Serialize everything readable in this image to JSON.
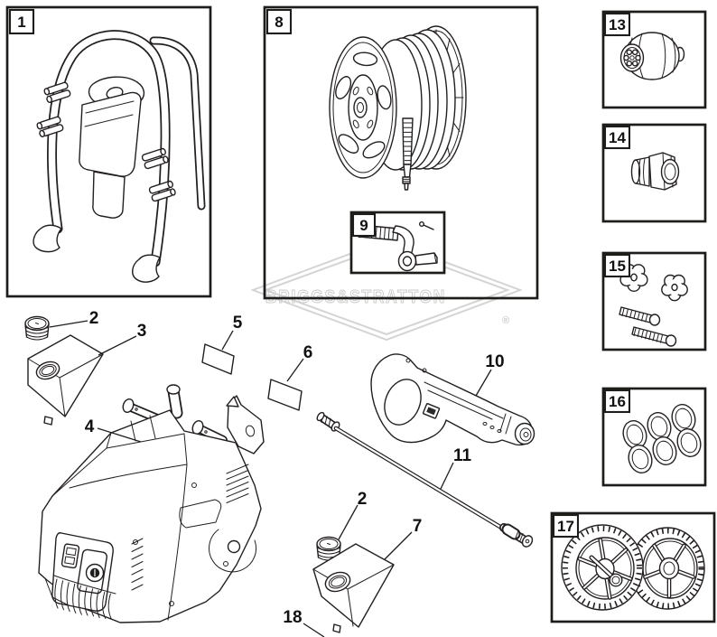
{
  "page": {
    "background": "#ffffff",
    "line_color": "#231f20",
    "watermark_color": "#d4d4d4"
  },
  "watermark": {
    "brand": "BRIGGS&STRATTON",
    "registered_mark": "®"
  },
  "panels": [
    {
      "label": "1",
      "drawing": "handle-frame-assembly"
    },
    {
      "label": "8",
      "drawing": "hose-reel"
    },
    {
      "label": "9",
      "drawing": "reel-crank-handle"
    },
    {
      "label": "13",
      "drawing": "adjustment-knob"
    },
    {
      "label": "14",
      "drawing": "hose-adapter-fitting"
    },
    {
      "label": "15",
      "drawing": "knob-and-bolt-kit"
    },
    {
      "label": "16",
      "drawing": "o-ring-set"
    },
    {
      "label": "17",
      "drawing": "wheel-pair"
    }
  ],
  "callouts": [
    {
      "label": "2",
      "drawing": "tank-cap"
    },
    {
      "label": "3",
      "drawing": "detergent-tank"
    },
    {
      "label": "4",
      "drawing": "pressure-washer-unit"
    },
    {
      "label": "5",
      "drawing": "decal"
    },
    {
      "label": "6",
      "drawing": "decal"
    },
    {
      "label": "10",
      "drawing": "spray-gun"
    },
    {
      "label": "11",
      "drawing": "spray-wand"
    },
    {
      "label": "2",
      "drawing": "tank-cap"
    },
    {
      "label": "7",
      "drawing": "detergent-tank"
    },
    {
      "label": "18",
      "drawing": "off-page-part"
    }
  ]
}
